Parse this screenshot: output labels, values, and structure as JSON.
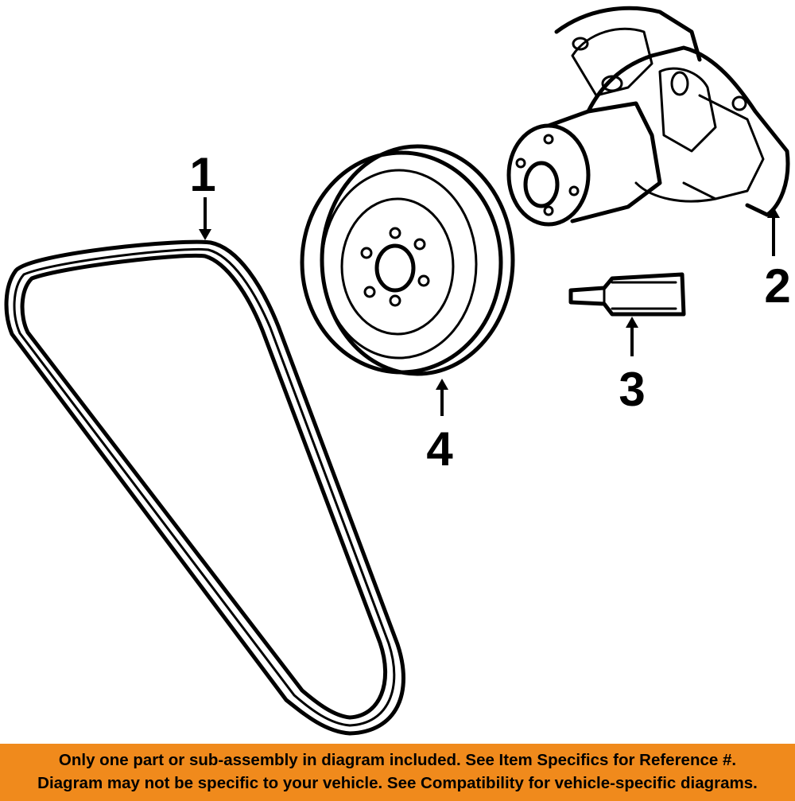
{
  "callouts": {
    "belt": "1",
    "water_pump": "2",
    "gasket": "3",
    "pulley": "4"
  },
  "disclaimer": {
    "line1": "Only one part or sub-assembly in diagram included. See Item Specifics for Reference #.",
    "line2": "Diagram may not be specific to your vehicle. See Compatibility for vehicle-specific diagrams."
  },
  "colors": {
    "banner": "#f08a1c",
    "line": "#000000",
    "background": "#ffffff"
  }
}
